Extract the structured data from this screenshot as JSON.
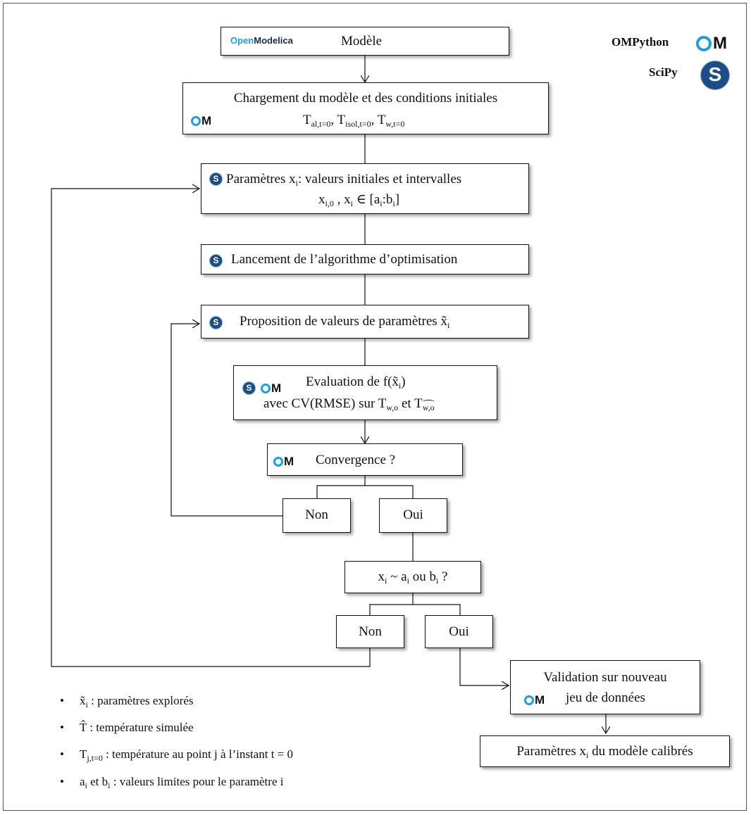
{
  "brand": {
    "ompython_label": "OMPython",
    "scipy_label": "SciPy",
    "om_logo_text": "M",
    "scipy_logo_text": "S",
    "openmodelica_open": "Open",
    "openmodelica_modelica": "Modelica"
  },
  "nodes": {
    "modele": {
      "label": "Modèle"
    },
    "chargement": {
      "line1": "Chargement du modèle et des conditions initiales",
      "vars": [
        {
          "base": "T",
          "sub": "al,t=0",
          "sep": ", "
        },
        {
          "base": "T",
          "sub": "isol,t=0",
          "sep": ", "
        },
        {
          "base": "T",
          "sub": "w,t=0",
          "sep": ""
        }
      ]
    },
    "parametres": {
      "line1_pre": "Paramètres x",
      "line1_sub": "i",
      "line1_post": ": valeurs initiales et intervalles",
      "line2": "x_{i,0} , x_i ∈ [a_i:b_i]"
    },
    "lancement": {
      "label": "Lancement de l’algorithme d’optimisation"
    },
    "proposition": {
      "label": "Proposition de valeurs de paramètres x̃",
      "sub": "i"
    },
    "evaluation": {
      "line1": "Evaluation de f(x̃",
      "line1_sub": "i",
      "line1_end": ")",
      "line2_pre": "avec CV(RMSE) sur T",
      "line2_sub": "w,o",
      "line2_mid": " et T",
      "line2_sub2": "w,o"
    },
    "convergence": {
      "label": "Convergence ?"
    },
    "non1": {
      "label": "Non"
    },
    "oui1": {
      "label": "Oui"
    },
    "bound_check": {
      "pre": "x",
      "sub1": "i",
      "mid": " ~ a",
      "sub2": "i",
      "mid2": " ou b",
      "sub3": "i",
      "end": " ?"
    },
    "non2": {
      "label": "Non"
    },
    "oui2": {
      "label": "Oui"
    },
    "validation": {
      "line1": "Validation sur nouveau",
      "line2": "jeu de données"
    },
    "calibres": {
      "pre": "Paramètres x",
      "sub": "i",
      "post": " du modèle calibrés"
    }
  },
  "legend": [
    {
      "sym": "x̃",
      "sub": "i",
      "text": " : paramètres explorés"
    },
    {
      "sym": "T̂",
      "sub": "",
      "text": " : température simulée"
    },
    {
      "sym": "T",
      "sub": "j,t=0",
      "text": " : température au point j à l’instant t = 0"
    },
    {
      "sym": "a",
      "sub": "i",
      "text": " et b",
      "sub2": "i",
      "text2": " : valeurs limites pour le paramètre i"
    }
  ],
  "colors": {
    "om_blue": "#1aa0dd",
    "scipy_blue": "#1e4d86",
    "line": "#111111"
  }
}
